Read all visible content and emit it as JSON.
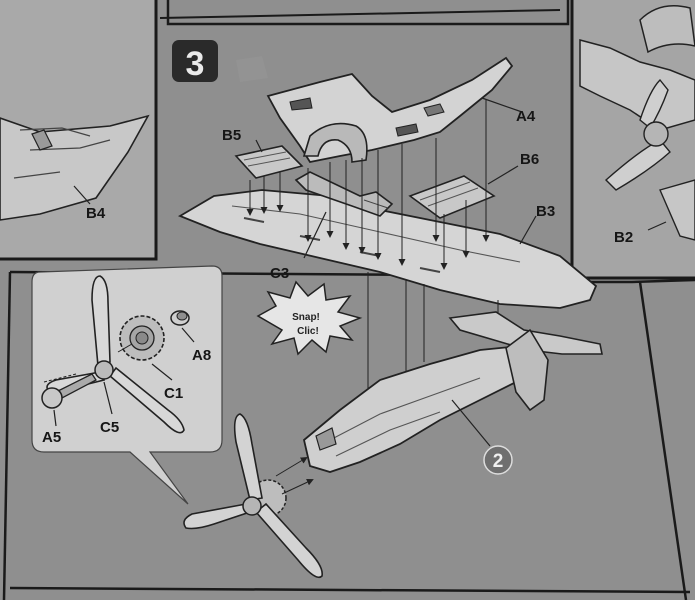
{
  "step": {
    "number": "3"
  },
  "labels": {
    "a4": "A4",
    "b5": "B5",
    "b6": "B6",
    "b3": "B3",
    "c3": "C3",
    "b4": "B4",
    "b2": "B2",
    "a8": "A8",
    "c1": "C1",
    "a5": "A5",
    "c5": "C5",
    "fuselage": "2"
  },
  "callout": {
    "line1": "Snap!",
    "line2": "Clic!"
  }
}
